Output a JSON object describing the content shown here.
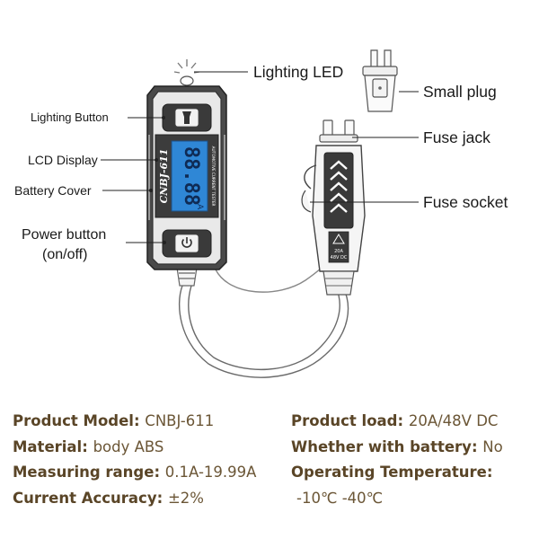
{
  "device": {
    "model_text": "CNBJ-611",
    "lcd_reading": "88.88",
    "lcd_tag": "A",
    "lcd_caption": "AUTOMOTIVE CURRENT TESTER"
  },
  "socket_text": [
    "20A",
    "48V DC"
  ],
  "labels": {
    "lighting_led": "Lighting LED",
    "small_plug": "Small plug",
    "lighting_button": "Lighting Button",
    "fuse_jack": "Fuse jack",
    "lcd_display": "LCD Display",
    "battery_cover": "Battery Cover",
    "fuse_socket": "Fuse socket",
    "power_button_line1": "Power button",
    "power_button_line2": "(on/off)"
  },
  "specs_left": [
    {
      "key": "Product Model",
      "value": "CNBJ-611"
    },
    {
      "key": "Material",
      "value": "body ABS"
    },
    {
      "key": "Measuring range",
      "value": "0.1A-19.99A"
    },
    {
      "key": "Current Accuracy",
      "value": "±2%"
    }
  ],
  "specs_right": [
    {
      "key": "Product load",
      "value": "20A/48V DC"
    },
    {
      "key": "Whether with battery",
      "value": "No"
    },
    {
      "key": "Operating Temperature",
      "value": ""
    }
  ],
  "temperature_range": "-10℃ -40℃",
  "colors": {
    "text_key": "#5a4527",
    "text_value": "#6b5636",
    "lcd": "#2f87d6",
    "outline": "#555555"
  },
  "icons": [
    "flashlight-icon",
    "power-icon",
    "warning-icon",
    "chevron-icon"
  ]
}
